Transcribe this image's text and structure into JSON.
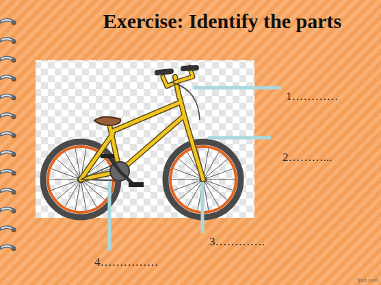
{
  "diagram": {
    "title": "Exercise: Identify the parts",
    "labels": [
      "1…………",
      "2………...",
      "3………….",
      "4……………",
      "fppt.com"
    ]
  }
}
